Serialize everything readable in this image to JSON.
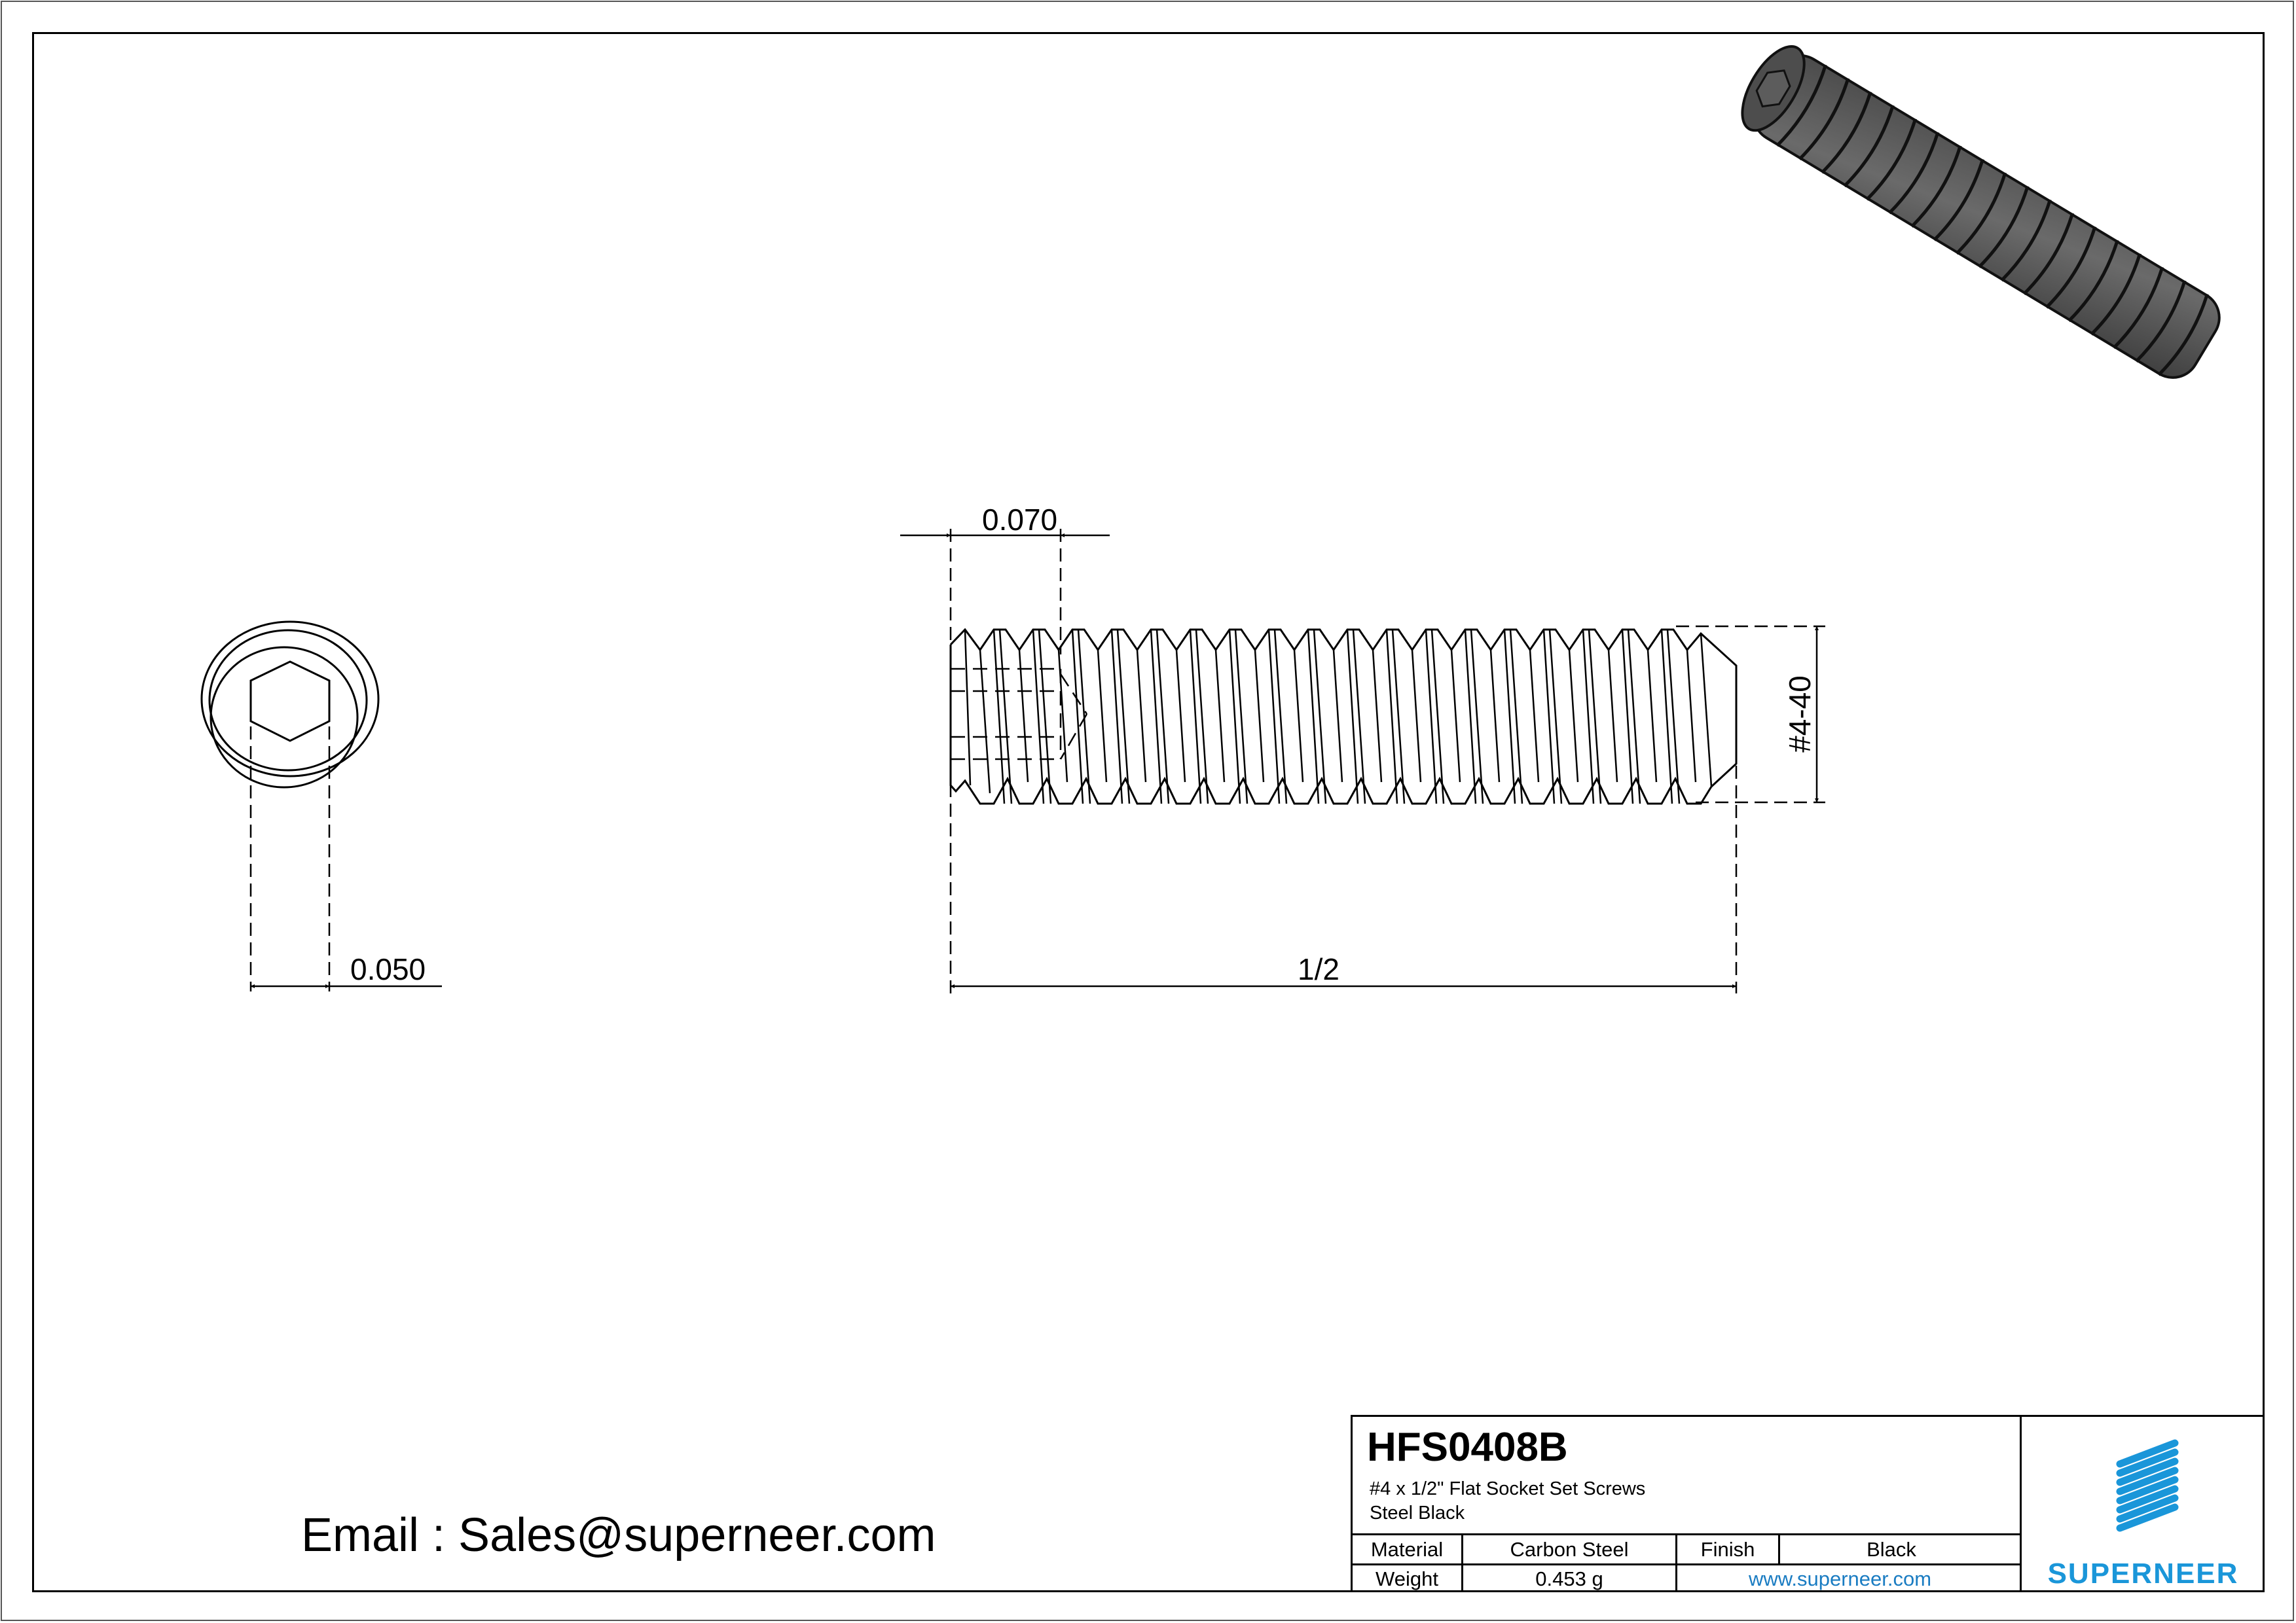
{
  "drawing": {
    "end_view": {
      "hex_socket_dim": "0.050"
    },
    "side_view": {
      "socket_depth_dim": "0.070",
      "length_dim": "1/2",
      "thread_dim": "#4-40"
    },
    "iso_view": {
      "description": "isometric render of black set screw"
    }
  },
  "contact": {
    "email_text": "Email : Sales@superneer.com"
  },
  "title_block": {
    "part_number": "HFS0408B",
    "description_line1": "#4 x 1/2\" Flat Socket Set Screws",
    "description_line2": "Steel Black",
    "material_label": "Material",
    "material_value": "Carbon Steel",
    "finish_label": "Finish",
    "finish_value": "Black",
    "weight_label": "Weight",
    "weight_value": "0.453 g",
    "website": "www.superneer.com",
    "brand": "SUPERNEER"
  },
  "colors": {
    "brand_blue": "#1a96d9",
    "link_blue": "#1a7cc2",
    "screw_body": "#5a5a5a"
  }
}
